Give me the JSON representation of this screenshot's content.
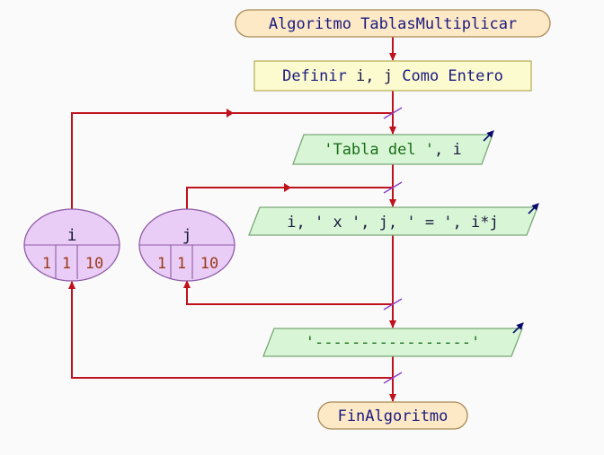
{
  "flowchart": {
    "start_label": "Algoritmo TablasMultiplicar",
    "end_label": "FinAlgoritmo",
    "definir": {
      "keyword": "Definir",
      "vars": " i, j ",
      "keyword2": "Como Entero"
    },
    "outputs": [
      {
        "str": "'Tabla del '",
        "rest": ", i"
      },
      {
        "plain": "i, ' x ', j, ' = ', i*j"
      },
      {
        "str": "'-----------------'"
      }
    ],
    "loops": [
      {
        "var": "i",
        "start": "1",
        "step": "1",
        "end": "10"
      },
      {
        "var": "j",
        "start": "1",
        "step": "1",
        "end": "10"
      }
    ]
  },
  "colors": {
    "terminal_fill": "#fde9c6",
    "terminal_stroke": "#a98a55",
    "process_fill": "#fcfbd0",
    "process_stroke": "#b7b25c",
    "output_fill": "#d8f6d6",
    "output_stroke": "#79a877",
    "loop_fill": "#eacdf6",
    "loop_stroke": "#8e5ba6",
    "wire": "#c0121c",
    "tick": "#8a3fc8"
  }
}
